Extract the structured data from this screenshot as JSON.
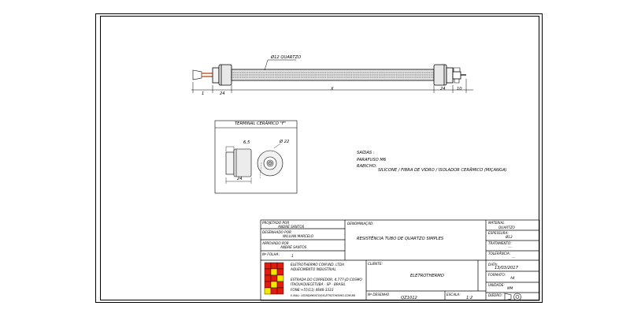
{
  "drawing": {
    "tube_label": "Ø12 QUARTZO",
    "dim_left": "1",
    "dim_cap_left": "24",
    "dim_length": "X",
    "dim_cap_right": "24",
    "dim_right": "10",
    "detail_title": "TERMINAL CERÂMICO \"F\"",
    "detail_dim_top": "6,5",
    "detail_dim_diameter": "Ø 22",
    "detail_dim_bottom": "24"
  },
  "notes": {
    "line1": "SAÍDAS :",
    "line2": "PARAFUSO M6",
    "line3": "RABICHO:",
    "line4": "SILICONE / FIBRA DE VIDRO / ISOLADOR CERÂMICO (MIÇANGA)"
  },
  "title_block": {
    "projetado_label": "PROJETADO POR",
    "projetado_value": "ANDRÉ SANTOS",
    "desenhado_label": "DESENHADO POR",
    "desenhado_value": "WILLIAN MARCELO",
    "aprovado_label": "APROVADO POR",
    "aprovado_value": "ANDRÉ SANTOS",
    "folha_label": "Nº FOLHA:",
    "folha_value": "1",
    "denominacao_label": "DENOMINAÇÃO:",
    "denominacao_value": "RESISTÊNCIA TUBO DE QUARTZO SIMPLES",
    "material_label": "MATERIAL",
    "material_value": "QUARTZO",
    "espessura_label": "ESPESSURA:",
    "espessura_value": "Ø12",
    "tratamento_label": "TRATAMENTO:",
    "tratamento_value": "---",
    "tolerancia_label": "TOLERÂNCIA:",
    "tolerancia_value": "---",
    "company_line1": "ELETROTHERMO COM.IND. LTDA",
    "company_line2": "AQUECIMENTO INDUSTRIAL",
    "company_line3": "ESTRADA DO CORREDOR, 4.777-JD COSMO",
    "company_line4": "ITAQUAQUECETUBA - SP - BRASIL",
    "company_line5": "FONE:+55(11) 4648-3333",
    "company_line6": "E-MAIL: ATENDIMENTO@ELETROTHERMO.COM.BR",
    "cliente_label": "CLIENTE:",
    "cliente_value": "ELETROTHERMO",
    "data_label": "DATA:",
    "data_value": "13/03/2017",
    "formato_label": "FORMATO:",
    "formato_value": "A4",
    "unidade_label": "UNIDADE:",
    "unidade_value": "MM",
    "desenho_label": "Nº DESENHO",
    "desenho_value": "QZ1012",
    "escala_label": "ESCALA:",
    "escala_value": "1:2",
    "diedro_label": "DIEDRO:"
  },
  "colors": {
    "logo_red": "#e01b10",
    "logo_yellow": "#f3e600",
    "rabicho_brown": "#c0552a",
    "tube_gray": "#d9d9d9"
  }
}
